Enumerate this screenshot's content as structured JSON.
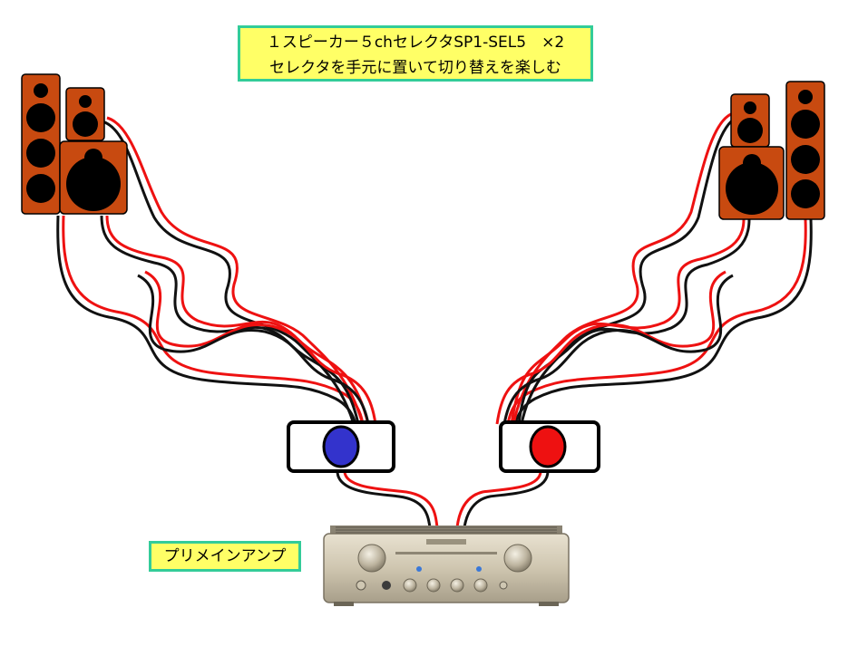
{
  "title": {
    "line1": "１スピーカー５chセレクタSP1-SEL5　×2",
    "line2": "セレクタを手元に置いて切り替えを楽しむ"
  },
  "amp_label": "プリメインアンプ",
  "colors": {
    "speaker_body": "#c84a10",
    "speaker_driver": "#000000",
    "wire_red": "#ee1111",
    "wire_black": "#111111",
    "selector_left_knob": "#3333cc",
    "selector_right_knob": "#ee1111",
    "label_fill": "#ffff66",
    "label_border": "#33cc99",
    "amp_body": "#d6cdb8"
  },
  "icons": {
    "speakers": "speaker-icon",
    "selectors": "selector-box-icon",
    "amplifier": "amplifier-icon"
  }
}
